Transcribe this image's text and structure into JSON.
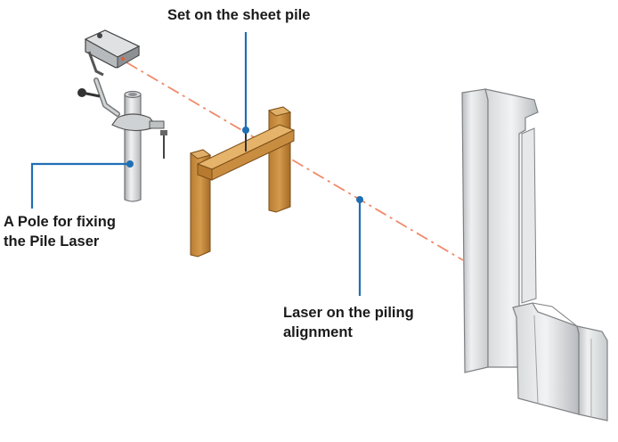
{
  "labels": {
    "sheet_pile": "Set on the sheet pile",
    "pole_line1": "A Pole for fixing",
    "pole_line2": "the Pile Laser",
    "laser_line1": "Laser on the piling",
    "laser_line2": "alignment"
  },
  "colors": {
    "leader": "#1f6fb4",
    "laser": "#f08a6a",
    "wood": "#c48a3c",
    "wood_dark": "#8a5a1e",
    "steel": "#dfe1e3",
    "steel_edge": "#8c8f92"
  }
}
